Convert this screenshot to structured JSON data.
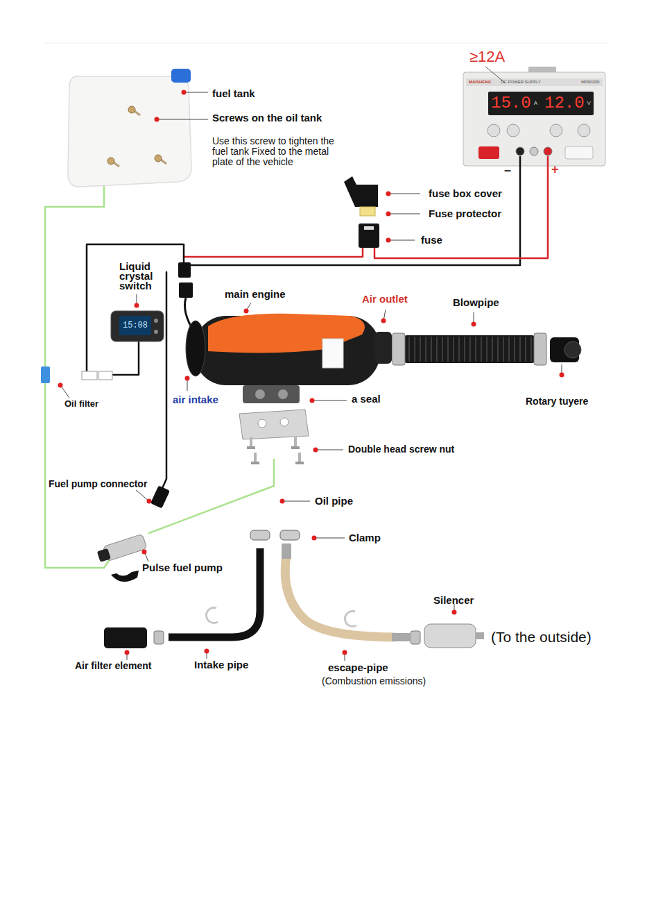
{
  "diagram": {
    "nodes": [
      {
        "text": [
          "15.0",
          "A",
          "12.0",
          "V"
        ]
      },
      {
        "text": [
          "15:08"
        ]
      }
    ],
    "labels": [
      "≥12A",
      "MAISHENG",
      "DC POWER SUPPLY",
      "MP6020D",
      "fuel tank",
      "Screws on the oil tank",
      "Use this screw to tighten the fuel tank Fixed to the metal plate of the vehicle",
      "–",
      "+",
      "fuse box cover",
      "Fuse protector",
      "fuse",
      "Liquid crystal switch",
      "main engine",
      "Air outlet",
      "Blowpipe",
      "air intake",
      "Oil filter",
      "a seal",
      "Rotary tuyere",
      "Double head screw nut",
      "Fuel pump connector",
      "Oil pipe",
      "Clamp",
      "Pulse fuel pump",
      "Silencer",
      "(To the outside)",
      "Air filter element",
      "Intake pipe",
      "escape-pipe",
      "(Combustion emissions)"
    ]
  }
}
